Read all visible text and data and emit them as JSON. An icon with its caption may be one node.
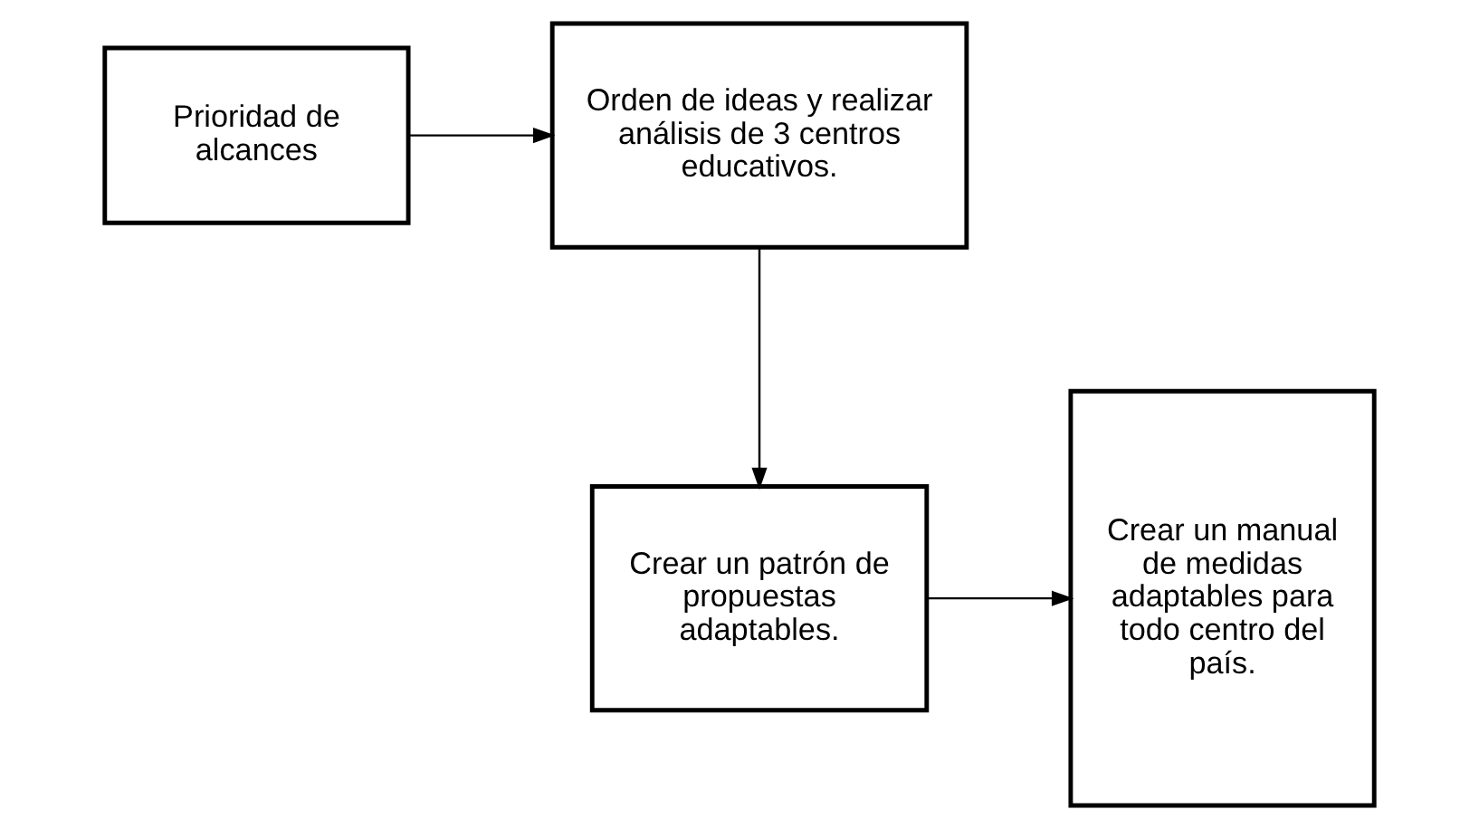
{
  "diagram": {
    "nodes": [
      {
        "text": [
          "Prioridad de alcances"
        ]
      },
      {
        "text": [
          "Orden de ideas y realizar análisis de 3 centros educativos."
        ]
      },
      {
        "text": [
          "Crear un patrón de propuestas adaptables."
        ]
      },
      {
        "text": [
          "Crear un manual de medidas adaptables para todo centro del país."
        ]
      }
    ],
    "edges": [
      {
        "from": 0,
        "to": 1,
        "arrow": "to"
      },
      {
        "from": 1,
        "to": 2,
        "arrow": "to"
      },
      {
        "from": 2,
        "to": 3,
        "arrow": "to"
      }
    ]
  }
}
